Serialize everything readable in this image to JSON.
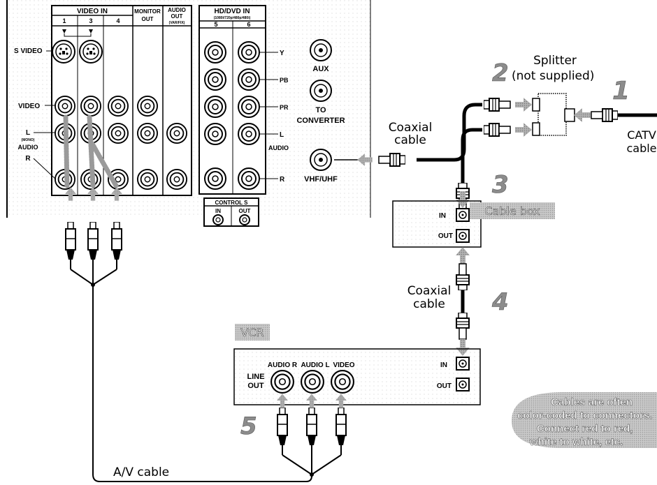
{
  "tv_panel": {
    "video_in": "VIDEO IN",
    "col_1": "1",
    "col_3": "3",
    "col_4": "4",
    "monitor_out": [
      "MONITOR",
      "OUT"
    ],
    "audio_out": [
      "AUDIO",
      "OUT",
      "(VAR/FIX)"
    ],
    "s_video": "S VIDEO",
    "video": "VIDEO",
    "l": "L",
    "mono": "(MONO)",
    "audio": "AUDIO",
    "r": "R",
    "hd_dvd_in": "HD/DVD IN",
    "hd_sub": "(1080i/720p/480p/480i)",
    "col_5": "5",
    "col_6": "6",
    "y": "Y",
    "pb": "PB",
    "pr": "PR",
    "hd_l": "L",
    "hd_audio": "AUDIO",
    "hd_r": "R",
    "aux": "AUX",
    "to_converter": [
      "TO",
      "CONVERTER"
    ],
    "vhf_uhf": "VHF/UHF",
    "control_s": "CONTROL S",
    "control_in": "IN",
    "control_out": "OUT"
  },
  "splitter": {
    "title": "Splitter",
    "note": "(not supplied)"
  },
  "steps": {
    "s1": "1",
    "s2": "2",
    "s3": "3",
    "s4": "4",
    "s5": "5"
  },
  "coaxial_cable_1": [
    "Coaxial",
    "cable"
  ],
  "coaxial_cable_2": [
    "Coaxial",
    "cable"
  ],
  "catv_cable": [
    "CATV",
    "cable"
  ],
  "cable_box": {
    "label": "Cable box",
    "in": "IN",
    "out": "OUT"
  },
  "vcr": {
    "label": "VCR",
    "audio_r": "AUDIO R",
    "audio_l": "AUDIO L",
    "video": "VIDEO",
    "line_out": [
      "LINE",
      "OUT"
    ],
    "in": "IN",
    "out": "OUT"
  },
  "av_cable": "A/V cable",
  "note": [
    "Cables are often",
    "color-coded to connectors.",
    "Connect red to red,",
    "white to white, etc."
  ],
  "colors": {
    "arrow": "#9a9a9a",
    "highlight_box": "#8a8a8a",
    "note_bg": "#bdbdbd"
  }
}
